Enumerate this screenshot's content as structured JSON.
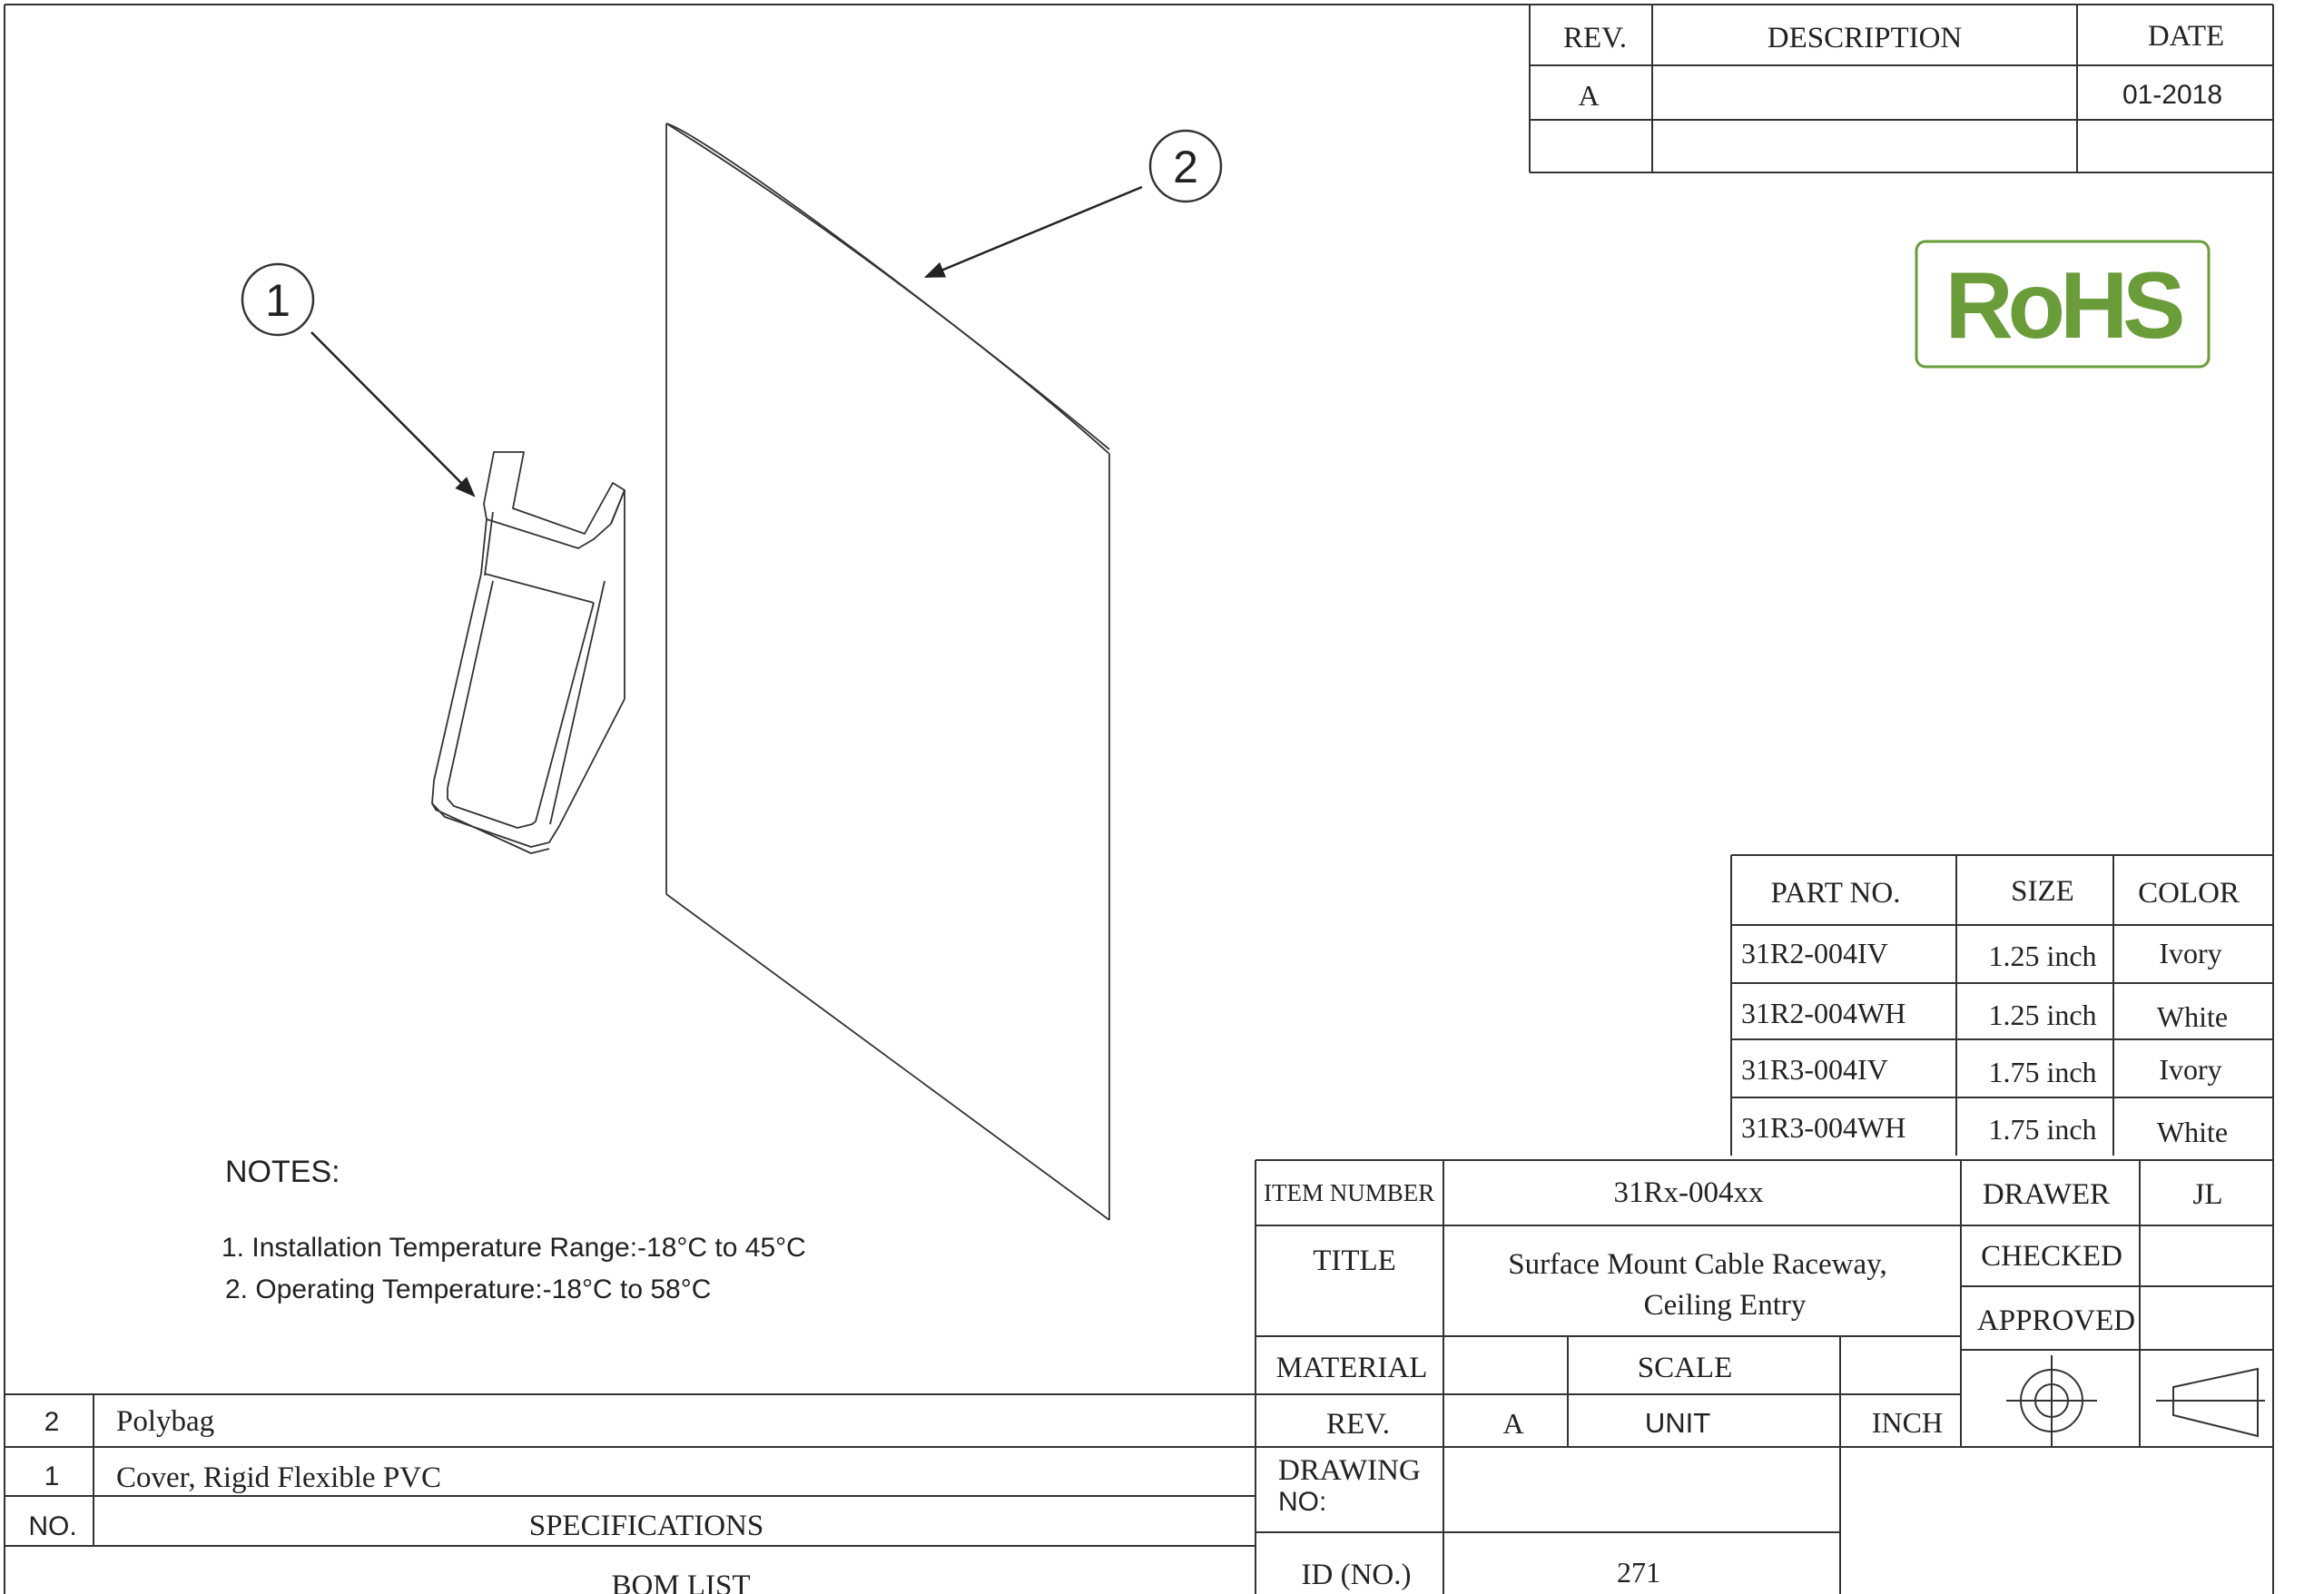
{
  "revision_table": {
    "headers": {
      "rev": "REV.",
      "description": "DESCRIPTION",
      "date": "DATE"
    },
    "rows": [
      {
        "rev": "A",
        "description": "",
        "date": "01-2018"
      },
      {
        "rev": "",
        "description": "",
        "date": ""
      }
    ]
  },
  "rohs": {
    "text": "RoHS",
    "color": "#6a9c3a"
  },
  "callouts": {
    "item1": "1",
    "item2": "2"
  },
  "parts_table": {
    "headers": {
      "part_no": "PART NO.",
      "size": "SIZE",
      "color": "COLOR"
    },
    "rows": [
      {
        "part_no": "31R2-004IV",
        "size": "1.25 inch",
        "color": "Ivory"
      },
      {
        "part_no": "31R2-004WH",
        "size": "1.25 inch",
        "color": "White"
      },
      {
        "part_no": "31R3-004IV",
        "size": "1.75 inch",
        "color": "Ivory"
      },
      {
        "part_no": "31R3-004WH",
        "size": "1.75 inch",
        "color": "White"
      }
    ]
  },
  "notes": {
    "heading": "NOTES:",
    "items": [
      "1. Installation Temperature Range:-18°C to 45°C",
      "2. Operating Temperature:-18°C to 58°C"
    ]
  },
  "bom": {
    "rows": [
      {
        "no": "2",
        "spec": "Polybag"
      },
      {
        "no": "1",
        "spec": "Cover, Rigid Flexible PVC"
      }
    ],
    "header_no": "NO.",
    "header_spec": "SPECIFICATIONS",
    "footer": "BOM LIST"
  },
  "title_block": {
    "item_number_label": "ITEM NUMBER",
    "item_number": "31Rx-004xx",
    "title_label": "TITLE",
    "title_line1": "Surface Mount Cable Raceway,",
    "title_line2": "Ceiling Entry",
    "drawer_label": "DRAWER",
    "drawer": "JL",
    "checked_label": "CHECKED",
    "checked": "",
    "approved_label": "APPROVED",
    "approved": "",
    "material_label": "MATERIAL",
    "material": "",
    "scale_label": "SCALE",
    "scale": "",
    "rev_label": "REV.",
    "rev": "A",
    "unit_label": "UNIT",
    "unit": "INCH",
    "drawing_no_label_1": "DRAWING",
    "drawing_no_label_2": "NO:",
    "drawing_no": "",
    "id_label": "ID (NO.)",
    "id": "271"
  }
}
